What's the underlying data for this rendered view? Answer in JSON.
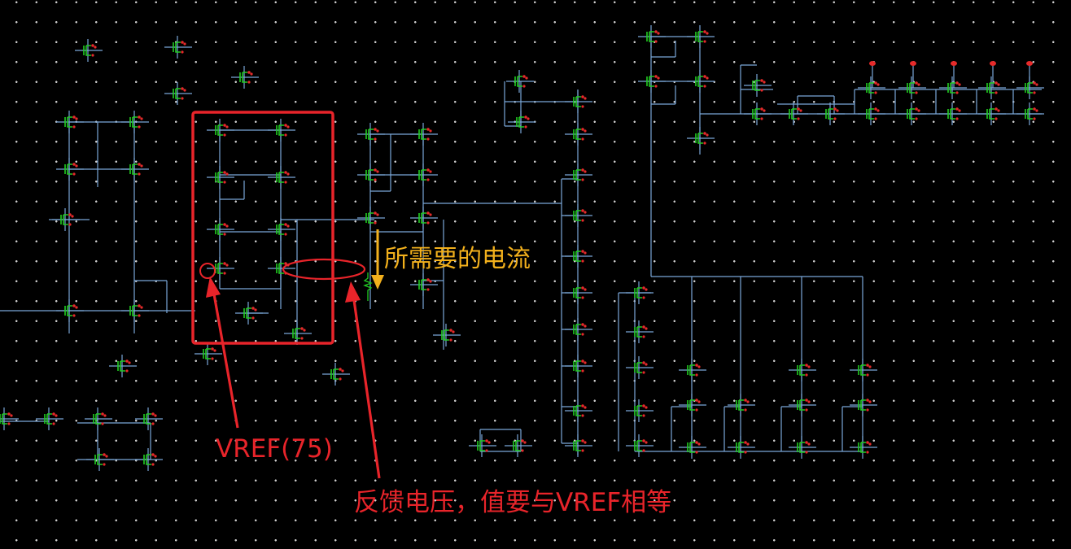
{
  "annotations": {
    "required_current": "所需要的电流",
    "vref": "VREF(75)",
    "feedback": "反馈电压，值要与VREF相等"
  },
  "colors": {
    "background": "#000000",
    "grid_dot": "#cfcfcf",
    "wire": "#7aa7d8",
    "device_body": "#22cc22",
    "device_pin": "#e52a2a",
    "annotation_red": "#e8242a",
    "annotation_yellow": "#f2b01c"
  }
}
